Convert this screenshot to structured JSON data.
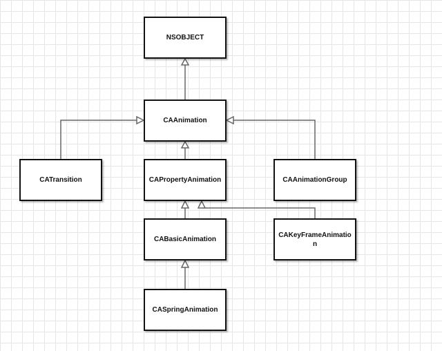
{
  "nodes": {
    "nsobject": "NSOBJECT",
    "caanimation": "CAAnimation",
    "catransition": "CATransition",
    "capropertyanimation": "CAPropertyAnimation",
    "caanimationgroup": "CAAnimationGroup",
    "cabasicanimation": "CABasicAnimation",
    "cakeyframeanimation": "CAKeyFrameAnimation",
    "caspringanimation": "CASpringAnimation"
  },
  "edges": [
    {
      "from": "caanimation",
      "to": "nsobject"
    },
    {
      "from": "catransition",
      "to": "caanimation"
    },
    {
      "from": "capropertyanimation",
      "to": "caanimation"
    },
    {
      "from": "caanimationgroup",
      "to": "caanimation"
    },
    {
      "from": "cabasicanimation",
      "to": "capropertyanimation"
    },
    {
      "from": "cakeyframeanimation",
      "to": "capropertyanimation"
    },
    {
      "from": "caspringanimation",
      "to": "cabasicanimation"
    }
  ]
}
